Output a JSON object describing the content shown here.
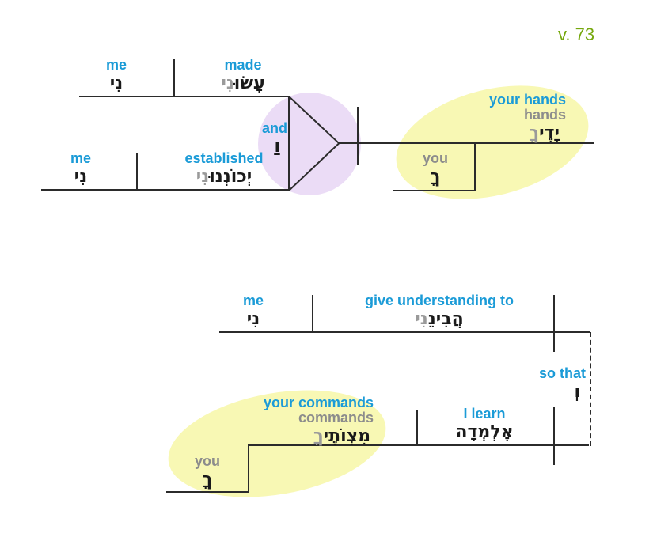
{
  "verse_label": "v. 73",
  "colors": {
    "gloss_blue": "#1b9bd7",
    "gloss_gray": "#8c8c8c",
    "hebrew_black": "#1a1a1a",
    "hebrew_suffix_gray": "#9a9a9a",
    "verse_green": "#76a80e",
    "highlight_yellow": "#f8f8b4",
    "conjunction_lavender": "#ebdcf6",
    "line_color": "#2b2b2b"
  },
  "top": {
    "clause1": {
      "object_gloss": "me",
      "object_hebrew": "נִי",
      "verb_gloss": "made",
      "verb_hebrew_main": "עָשׂוּ",
      "verb_hebrew_suffix": "נִי"
    },
    "clause2": {
      "object_gloss": "me",
      "object_hebrew": "נִי",
      "verb_gloss": "established",
      "verb_hebrew_main": "יְכוֹנְנוּ",
      "verb_hebrew_suffix": "נִי"
    },
    "conjunction": {
      "gloss": "and",
      "hebrew": "וַ"
    },
    "subject": {
      "phrase_gloss": "your hands",
      "noun_gloss": "hands",
      "noun_hebrew_main": "יָדֶי",
      "noun_hebrew_suffix": "ךָ",
      "possessor_gloss": "you",
      "possessor_hebrew": "ךָ"
    }
  },
  "bottom": {
    "clause1": {
      "object_gloss": "me",
      "object_hebrew": "נִי",
      "verb_gloss": "give understanding to",
      "verb_hebrew_main": "הֲבִינֵ",
      "verb_hebrew_suffix": "נִי"
    },
    "conjunction": {
      "gloss": "so that",
      "hebrew": "וְ"
    },
    "clause2": {
      "verb_gloss": "I learn",
      "verb_hebrew": "אֶלְמְדָה",
      "object_phrase_gloss": "your commands",
      "object_noun_gloss": "commands",
      "object_hebrew_main": "מִצְוֹתֶי",
      "object_hebrew_suffix": "ךָ",
      "possessor_gloss": "you",
      "possessor_hebrew": "ךָ"
    }
  }
}
